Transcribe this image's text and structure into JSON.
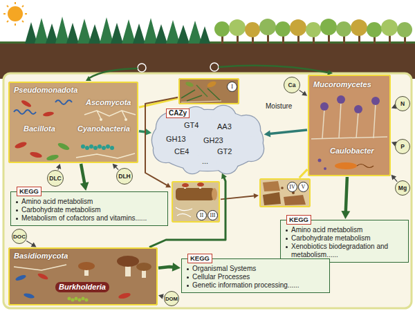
{
  "diagram": {
    "nodes": [
      {
        "text": [
          "Pseudomonadota",
          "Ascomycota",
          "Bacillota",
          "Cyanobacteria"
        ]
      },
      {
        "text": [
          "DLC"
        ]
      },
      {
        "text": [
          "DLH"
        ]
      },
      {
        "text": [
          "KEGG",
          "Amino acid metabolism",
          "Carbohydrate metabolism",
          "Metabolism of cofactors and vitamins......"
        ]
      },
      {
        "text": [
          "I"
        ]
      },
      {
        "text": [
          "CAZy",
          "GT4",
          "AA3",
          "GH13",
          "GH23",
          "CE4",
          "GT2",
          "..."
        ]
      },
      {
        "text": [
          "Ca"
        ]
      },
      {
        "text": [
          "Mucoromycetes",
          "Caulobacter"
        ]
      },
      {
        "text": [
          "N"
        ]
      },
      {
        "text": [
          "P"
        ]
      },
      {
        "text": [
          "Mg"
        ]
      },
      {
        "text": [
          "KEGG",
          "Amino acid metabolism",
          "Carbohydrate metabolism",
          "Xenobiotics biodegradation and metabolism......"
        ]
      },
      {
        "text": [
          "II",
          "III"
        ]
      },
      {
        "text": [
          "IV",
          "V"
        ]
      },
      {
        "text": [
          "DOC"
        ]
      },
      {
        "text": [
          "Basidiomycota",
          "Burkholderia"
        ]
      },
      {
        "text": [
          "DOM"
        ]
      },
      {
        "text": [
          "KEGG",
          "Organismal Systems",
          "Cellular Processes",
          "Genetic information processing......"
        ]
      }
    ],
    "edges": [
      {
        "from": 0,
        "to": 5,
        "arrow": "to"
      },
      {
        "from": 0,
        "to": 3,
        "arrow": "to"
      },
      {
        "from": 1,
        "to": 0,
        "arrow": "to"
      },
      {
        "from": 2,
        "to": 0,
        "arrow": "to"
      },
      {
        "from": 0,
        "to": 4,
        "arrow": "none"
      },
      {
        "from": 4,
        "to": 12,
        "arrow": "to"
      },
      {
        "from": 12,
        "to": 13,
        "arrow": "to"
      },
      {
        "from": 13,
        "to": 7,
        "arrow": "none"
      },
      {
        "from": 7,
        "to": 5,
        "arrow": "to"
      },
      {
        "from": 6,
        "to": 7,
        "arrow": "to"
      },
      {
        "from": 8,
        "to": 7,
        "arrow": "to"
      },
      {
        "from": 9,
        "to": 7,
        "arrow": "to"
      },
      {
        "from": 10,
        "to": 7,
        "arrow": "to"
      },
      {
        "from": 7,
        "to": 11,
        "arrow": "to"
      },
      {
        "from": 15,
        "to": 5,
        "arrow": "to"
      },
      {
        "from": 15,
        "to": 17,
        "arrow": "to"
      },
      {
        "from": 14,
        "to": 15,
        "arrow": "to"
      },
      {
        "from": 16,
        "to": 15,
        "arrow": "to"
      }
    ],
    "labels": [
      "Moisture"
    ]
  }
}
